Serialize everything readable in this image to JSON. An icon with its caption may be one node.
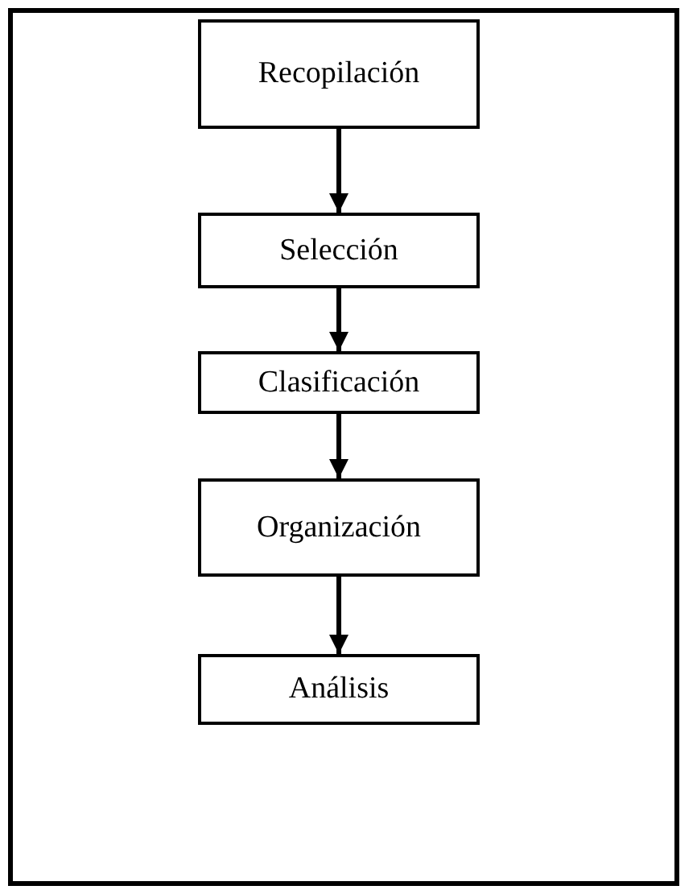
{
  "diagram": {
    "nodes": [
      {
        "text": [
          "Recopilación"
        ]
      },
      {
        "text": [
          "Selección"
        ]
      },
      {
        "text": [
          "Clasificación"
        ]
      },
      {
        "text": [
          "Organización"
        ]
      },
      {
        "text": [
          "Análisis"
        ]
      }
    ],
    "edges": [
      {
        "from": 0,
        "to": 1,
        "arrow": "to"
      },
      {
        "from": 1,
        "to": 2,
        "arrow": "to"
      },
      {
        "from": 2,
        "to": 3,
        "arrow": "to"
      },
      {
        "from": 3,
        "to": 4,
        "arrow": "to"
      }
    ]
  }
}
